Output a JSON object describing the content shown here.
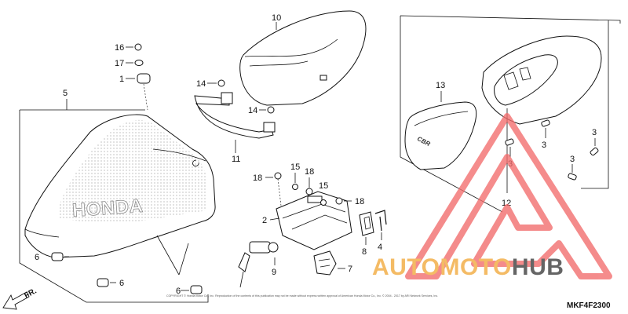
{
  "diagram": {
    "callouts": [
      {
        "id": "c1",
        "label": "1"
      },
      {
        "id": "c2",
        "label": "2"
      },
      {
        "id": "c3a",
        "label": "3"
      },
      {
        "id": "c3b",
        "label": "3"
      },
      {
        "id": "c3c",
        "label": "3"
      },
      {
        "id": "c3d",
        "label": "3"
      },
      {
        "id": "c4",
        "label": "4"
      },
      {
        "id": "c5",
        "label": "5"
      },
      {
        "id": "c6a",
        "label": "6"
      },
      {
        "id": "c6b",
        "label": "6"
      },
      {
        "id": "c6c",
        "label": "6"
      },
      {
        "id": "c7",
        "label": "7"
      },
      {
        "id": "c8",
        "label": "8"
      },
      {
        "id": "c9",
        "label": "9"
      },
      {
        "id": "c10",
        "label": "10"
      },
      {
        "id": "c11",
        "label": "11"
      },
      {
        "id": "c12",
        "label": "12"
      },
      {
        "id": "c13",
        "label": "13"
      },
      {
        "id": "c14a",
        "label": "14"
      },
      {
        "id": "c14b",
        "label": "14"
      },
      {
        "id": "c15a",
        "label": "15"
      },
      {
        "id": "c15b",
        "label": "15"
      },
      {
        "id": "c16",
        "label": "16"
      },
      {
        "id": "c17",
        "label": "17"
      },
      {
        "id": "c18a",
        "label": "18"
      },
      {
        "id": "c18b",
        "label": "18"
      },
      {
        "id": "c18c",
        "label": "18"
      }
    ],
    "seat_brand_text": "HONDA",
    "cowl_badge_text": "CBR",
    "direction_label": "FR.",
    "reference_code": "MKF4F2300",
    "copyright_text": "COPYRIGHT © Honda Motor Co., Inc. Reproduction of the contents of this publication may not be made without express written approval of American Honda Motor Co., Inc. © 2004 - 2017 by ARI Network Services, Inc."
  },
  "watermark": {
    "brand_part1": "AUTOMOTO",
    "brand_part2": "HUB",
    "color_part1": "#f2a93b",
    "color_part2": "#3a3a3a",
    "logo_color": "#f26b6b"
  }
}
